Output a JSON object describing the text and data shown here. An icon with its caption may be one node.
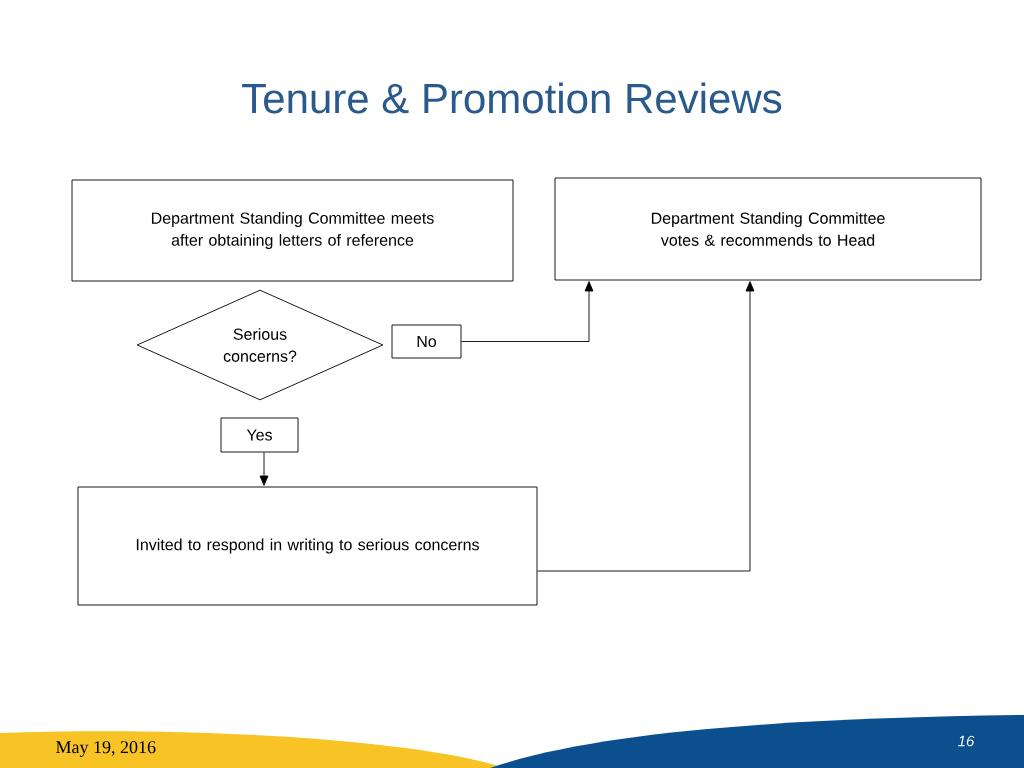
{
  "diagram": {
    "title": "Tenure & Promotion Reviews",
    "nodes": [
      {
        "text": [
          "Department Standing Committee meets after obtaining letters of reference"
        ]
      },
      {
        "text": [
          "Department Standing Committee votes & recommends to Head"
        ]
      },
      {
        "text": [
          "Serious concerns?"
        ]
      },
      {
        "text": [
          "No"
        ]
      },
      {
        "text": [
          "Yes"
        ]
      },
      {
        "text": [
          "Invited to respond in writing to serious concerns"
        ]
      }
    ],
    "edges": [
      {
        "from": 3,
        "to": 1,
        "arrow": "to"
      },
      {
        "from": 4,
        "to": 5,
        "arrow": "to"
      },
      {
        "from": 5,
        "to": 1,
        "arrow": "to"
      }
    ],
    "labels": [
      "May 19, 2016",
      "16"
    ]
  }
}
